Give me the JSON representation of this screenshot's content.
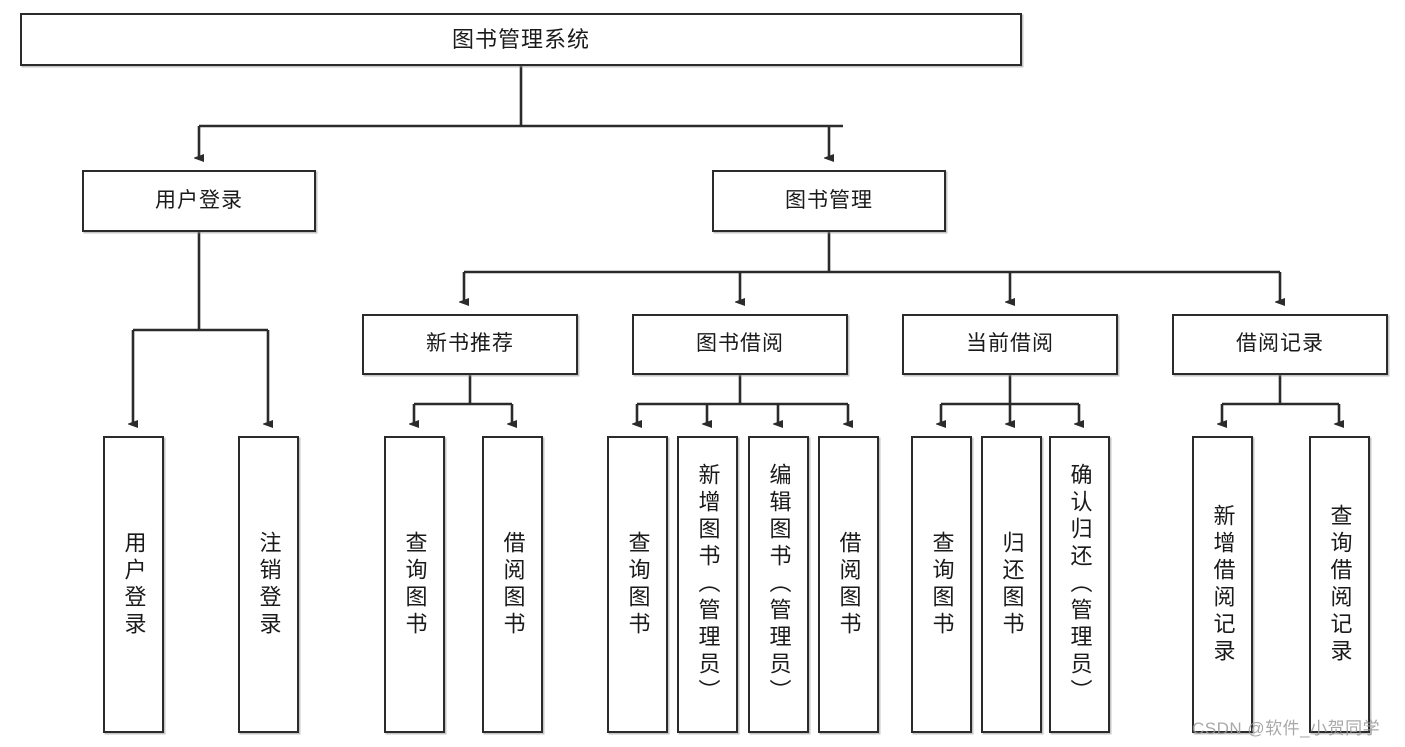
{
  "diagram": {
    "type": "tree-hierarchy-chart",
    "title": "图书管理系统",
    "colors": {
      "box_border": "#2b2b2b",
      "box_fill": "#ffffff",
      "edge": "#2b2b2b",
      "text": "#1a1a1a",
      "watermark": "#9a9a9a",
      "background": "#ffffff"
    },
    "root": {
      "label": "图书管理系统"
    },
    "level2": [
      {
        "id": "user-login",
        "label": "用户登录"
      },
      {
        "id": "book-management",
        "label": "图书管理"
      }
    ],
    "level3": [
      {
        "id": "new-book-recommend",
        "label": "新书推荐",
        "parent": "book-management"
      },
      {
        "id": "book-borrow",
        "label": "图书借阅",
        "parent": "book-management"
      },
      {
        "id": "current-borrow",
        "label": "当前借阅",
        "parent": "book-management"
      },
      {
        "id": "borrow-record",
        "label": "借阅记录",
        "parent": "book-management"
      }
    ],
    "leaves": {
      "user-login": [
        {
          "id": "leaf-user-login",
          "label": "用户登录"
        },
        {
          "id": "leaf-logout-login",
          "label": "注销登录"
        }
      ],
      "new-book-recommend": [
        {
          "id": "leaf-query-book-1",
          "label": "查询图书"
        },
        {
          "id": "leaf-borrow-book-1",
          "label": "借阅图书"
        }
      ],
      "book-borrow": [
        {
          "id": "leaf-query-book-2",
          "label": "查询图书"
        },
        {
          "id": "leaf-add-book",
          "label": "新增图书（管理员）"
        },
        {
          "id": "leaf-edit-book",
          "label": "编辑图书（管理员）"
        },
        {
          "id": "leaf-borrow-book-2",
          "label": "借阅图书"
        }
      ],
      "current-borrow": [
        {
          "id": "leaf-query-book-3",
          "label": "查询图书"
        },
        {
          "id": "leaf-return-book",
          "label": "归还图书"
        },
        {
          "id": "leaf-confirm-return",
          "label": "确认归还（管理员）"
        }
      ],
      "borrow-record": [
        {
          "id": "leaf-add-record",
          "label": "新增借阅记录"
        },
        {
          "id": "leaf-query-record",
          "label": "查询借阅记录"
        }
      ]
    }
  },
  "watermark": {
    "text": "CSDN @软件_小贺同学"
  }
}
